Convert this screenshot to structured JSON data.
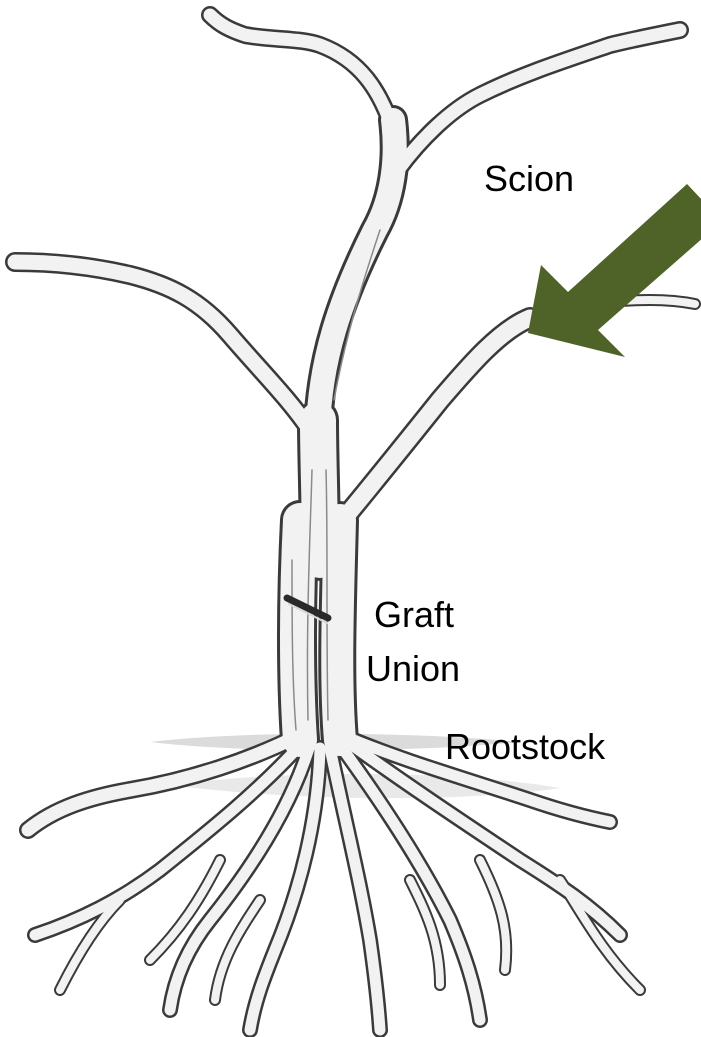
{
  "labels": {
    "scion": "Scion",
    "graft_line1": "Graft",
    "graft_line2": "Union",
    "rootstock": "Rootstock"
  },
  "icons": {
    "arrow": "arrow-pointing-to-scion-icon",
    "tree": "tree-illustration-icon"
  },
  "colors": {
    "arrow": "#4f6228",
    "ink": "#3a3a3a",
    "bark": "#f2f2f2",
    "shadow": "#9e9e9e"
  }
}
